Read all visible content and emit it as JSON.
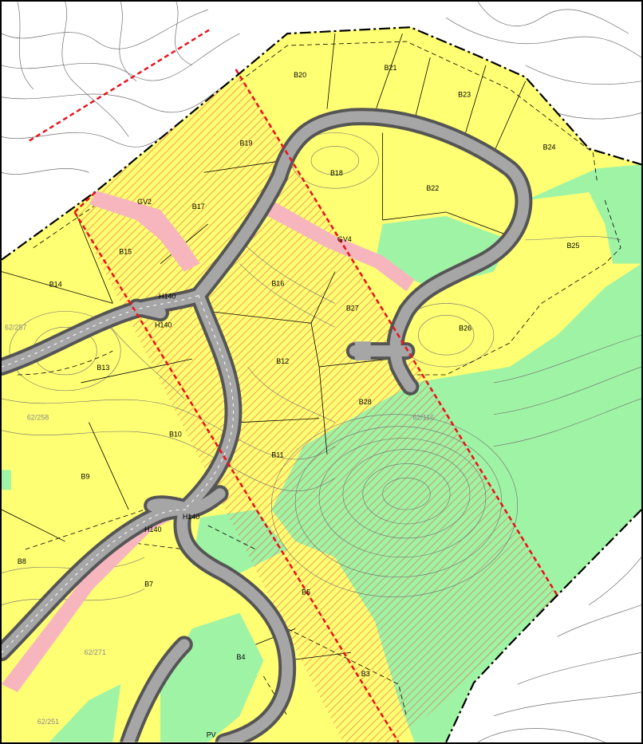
{
  "map": {
    "colors": {
      "residential": "#ffff73",
      "green": "#9ff3a5",
      "road": "#a6a6a6",
      "road_edge": "#555555",
      "footpath": "#f7b6bd",
      "hazard_hatch": "#e8603c",
      "hazard_line": "#e8141c",
      "contour": "#6e6e6e",
      "boundary": "#000000"
    },
    "plots": [
      "B20",
      "B21",
      "B23",
      "B24",
      "B19",
      "B18",
      "B22",
      "B17",
      "B25",
      "B15",
      "B16",
      "B14",
      "B27",
      "B26",
      "B13",
      "B12",
      "B28",
      "B10",
      "B11",
      "B9",
      "B8",
      "B7",
      "B5",
      "B4",
      "B3"
    ],
    "parcels": [
      "62/257",
      "62/258",
      "62/116",
      "62/271",
      "62/251"
    ],
    "codes": {
      "gv2": "GV2",
      "gv4": "GV4",
      "h140a": "H140",
      "h140b": "H140",
      "h140c": "H140",
      "h140d": "H140",
      "pv": "PV"
    }
  }
}
